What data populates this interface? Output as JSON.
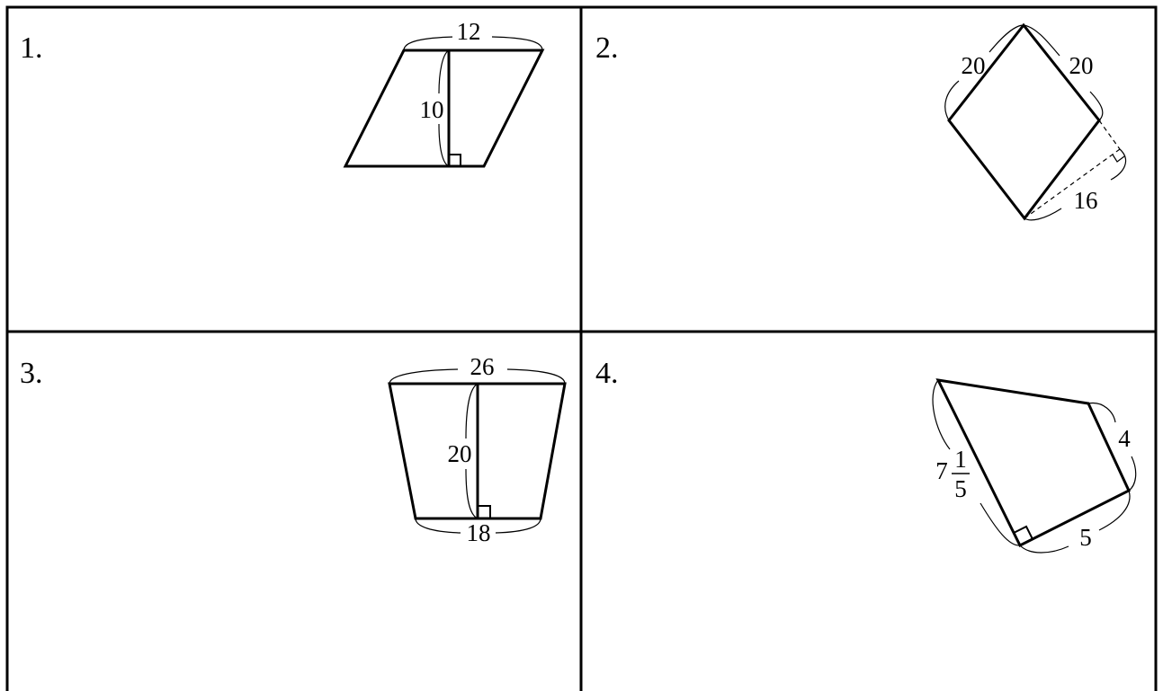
{
  "problems": [
    {
      "number": "1.",
      "shape": "parallelogram",
      "base": "12",
      "height": "10"
    },
    {
      "number": "2.",
      "shape": "rhombus",
      "side_left": "20",
      "side_right": "20",
      "height": "16"
    },
    {
      "number": "3.",
      "shape": "trapezoid",
      "top_base": "26",
      "height": "20",
      "bottom_base": "18"
    },
    {
      "number": "4.",
      "shape": "quadrilateral",
      "side_left_whole": "7",
      "side_left_numerator": "1",
      "side_left_denominator": "5",
      "side_right": "4",
      "side_bottom": "5"
    }
  ]
}
